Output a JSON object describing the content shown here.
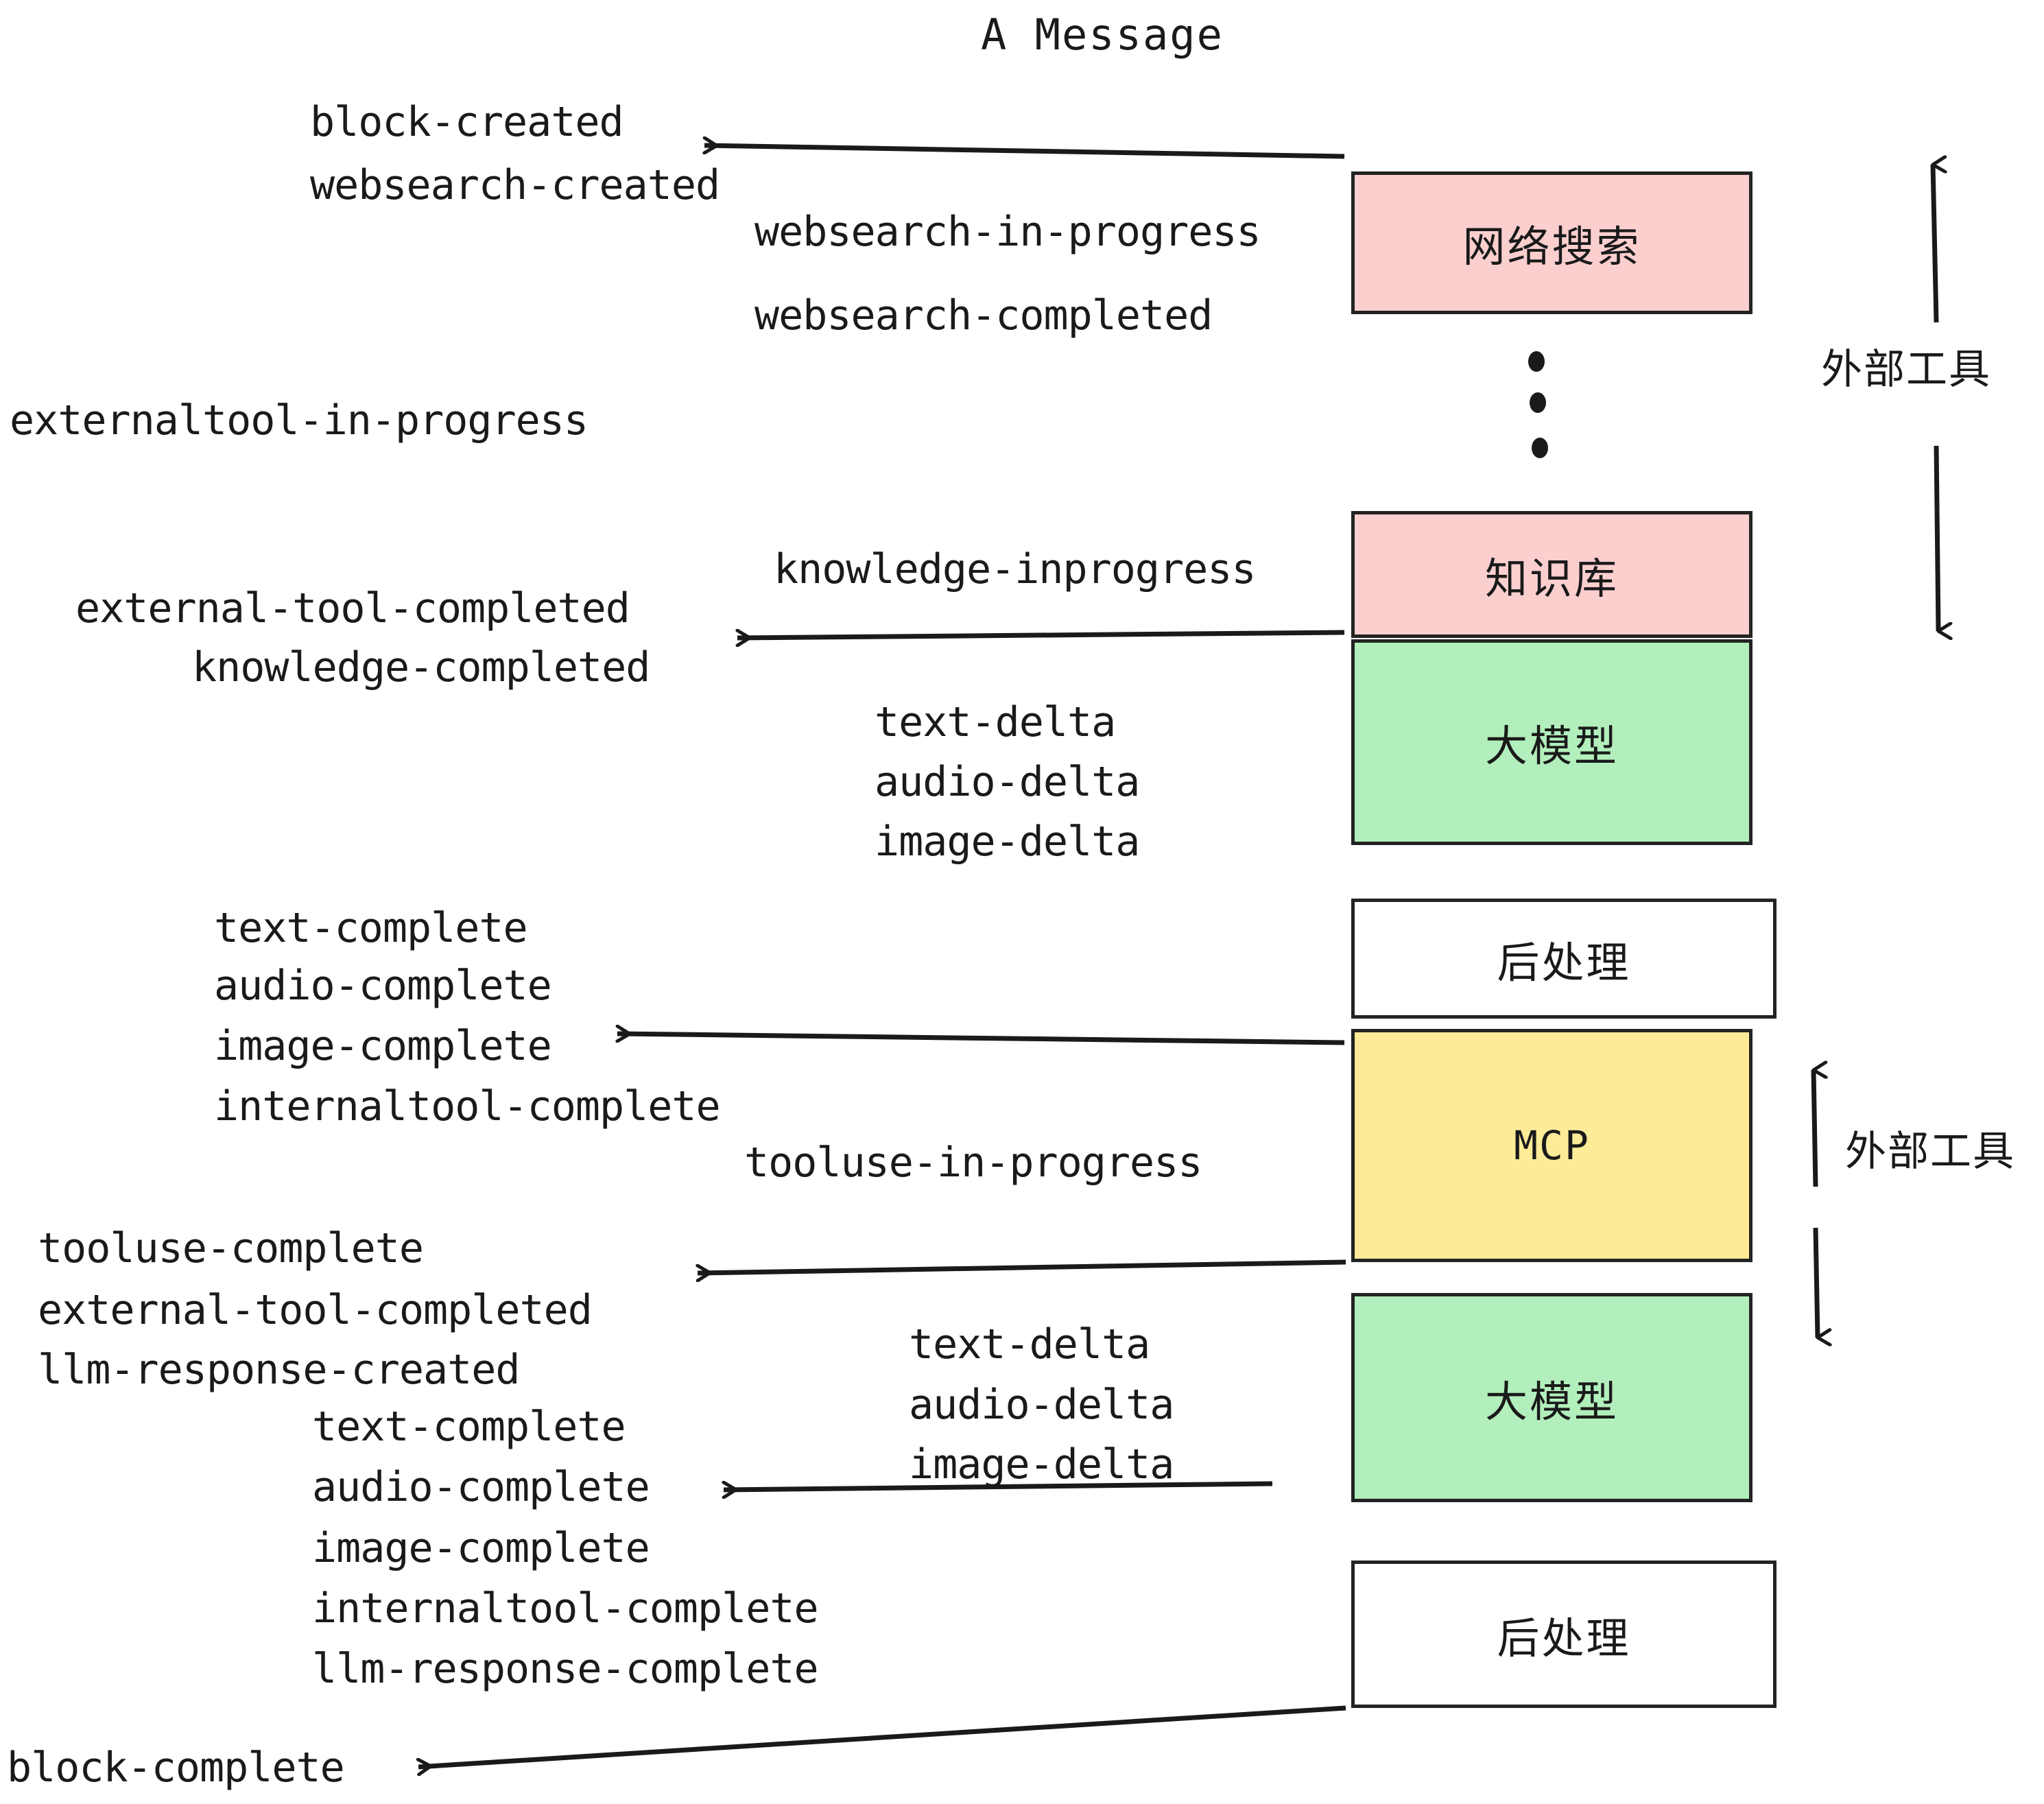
{
  "diagram": {
    "title": "A Message",
    "colors": {
      "pink": "#fccfcf",
      "green": "#b2efbc",
      "yellow": "#fdeb98",
      "white": "#ffffff",
      "stroke": "#232323",
      "text": "#1a1a1a",
      "background": "#ffffff"
    }
  },
  "nodes": [
    {
      "id": "websearch",
      "label": "网络搜索",
      "fill": "pink",
      "script": "han"
    },
    {
      "id": "knowledge",
      "label": "知识库",
      "fill": "pink",
      "script": "han"
    },
    {
      "id": "llm-1",
      "label": "大模型",
      "fill": "green",
      "script": "han"
    },
    {
      "id": "postprocess-1",
      "label": "后处理",
      "fill": "white",
      "script": "han"
    },
    {
      "id": "mcp",
      "label": "MCP",
      "fill": "yellow",
      "script": "latin"
    },
    {
      "id": "llm-2",
      "label": "大模型",
      "fill": "green",
      "script": "han"
    },
    {
      "id": "postprocess-2",
      "label": "后处理",
      "fill": "white",
      "script": "han"
    }
  ],
  "group_labels": [
    {
      "id": "external-tools-top",
      "text": "外部工具"
    },
    {
      "id": "external-tools-bottom",
      "text": "外部工具"
    }
  ],
  "events": [
    {
      "id": "block-created",
      "text": "block-created"
    },
    {
      "id": "websearch-created",
      "text": "websearch-created"
    },
    {
      "id": "websearch-in-progress",
      "text": "websearch-in-progress"
    },
    {
      "id": "websearch-completed",
      "text": "websearch-completed"
    },
    {
      "id": "externaltool-in-progress",
      "text": "externaltool-in-progress"
    },
    {
      "id": "knowledge-inprogress",
      "text": "knowledge-inprogress"
    },
    {
      "id": "external-tool-completed-1",
      "text": "external-tool-completed"
    },
    {
      "id": "knowledge-completed",
      "text": "knowledge-completed"
    },
    {
      "id": "text-delta-1",
      "text": "text-delta"
    },
    {
      "id": "audio-delta-1",
      "text": "audio-delta"
    },
    {
      "id": "image-delta-1",
      "text": "image-delta"
    },
    {
      "id": "text-complete-1",
      "text": "text-complete"
    },
    {
      "id": "audio-complete-1",
      "text": "audio-complete"
    },
    {
      "id": "image-complete-1",
      "text": "image-complete"
    },
    {
      "id": "internaltool-complete-1",
      "text": "internaltool-complete"
    },
    {
      "id": "tooluse-in-progress",
      "text": "tooluse-in-progress"
    },
    {
      "id": "tooluse-complete",
      "text": "tooluse-complete"
    },
    {
      "id": "external-tool-completed-2",
      "text": "external-tool-completed"
    },
    {
      "id": "llm-response-created",
      "text": "llm-response-created"
    },
    {
      "id": "text-complete-2",
      "text": "text-complete"
    },
    {
      "id": "audio-complete-2",
      "text": "audio-complete"
    },
    {
      "id": "image-complete-2",
      "text": "image-complete"
    },
    {
      "id": "internaltool-complete-2",
      "text": "internaltool-complete"
    },
    {
      "id": "llm-response-complete",
      "text": "llm-response-complete"
    },
    {
      "id": "text-delta-2",
      "text": "text-delta"
    },
    {
      "id": "audio-delta-2",
      "text": "audio-delta"
    },
    {
      "id": "image-delta-2",
      "text": "image-delta"
    },
    {
      "id": "block-complete",
      "text": "block-complete"
    }
  ],
  "ellipsis": {
    "id": "vertical-ellipsis",
    "dots": 3
  }
}
